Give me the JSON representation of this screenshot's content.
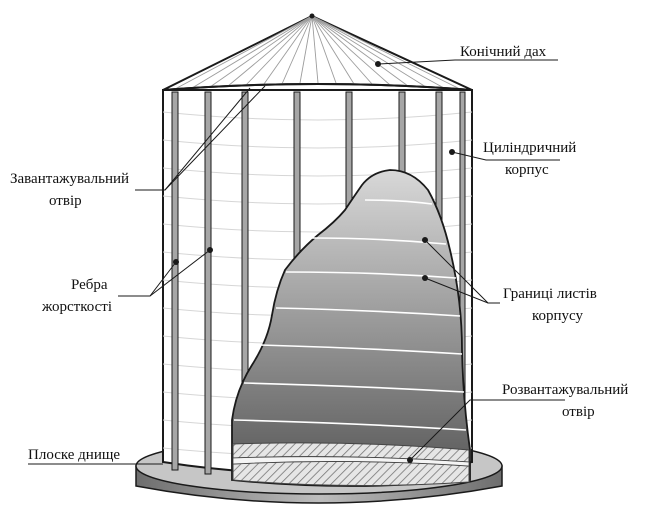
{
  "labels": {
    "roof": "Конічний дах",
    "body_line1": "Циліндричний",
    "body_line2": "корпус",
    "loading_line1": "Завантажувальний",
    "loading_line2": "отвір",
    "ribs_line1": "Ребра",
    "ribs_line2": "жорсткості",
    "seams_line1": "Границі листів",
    "seams_line2": "корпусу",
    "unloading_line1": "Розвантажувальний",
    "unloading_line2": "отвір",
    "bottom": "Плоске днище"
  },
  "colors": {
    "outline": "#1a1a1a",
    "wall": "#ffffff",
    "rib": "#9a9a9a",
    "cutaway_light": "#cfcfcf",
    "cutaway_dark": "#5a5a5a",
    "base_top": "#c8c8c8",
    "base_side": "#8c8c8c"
  }
}
